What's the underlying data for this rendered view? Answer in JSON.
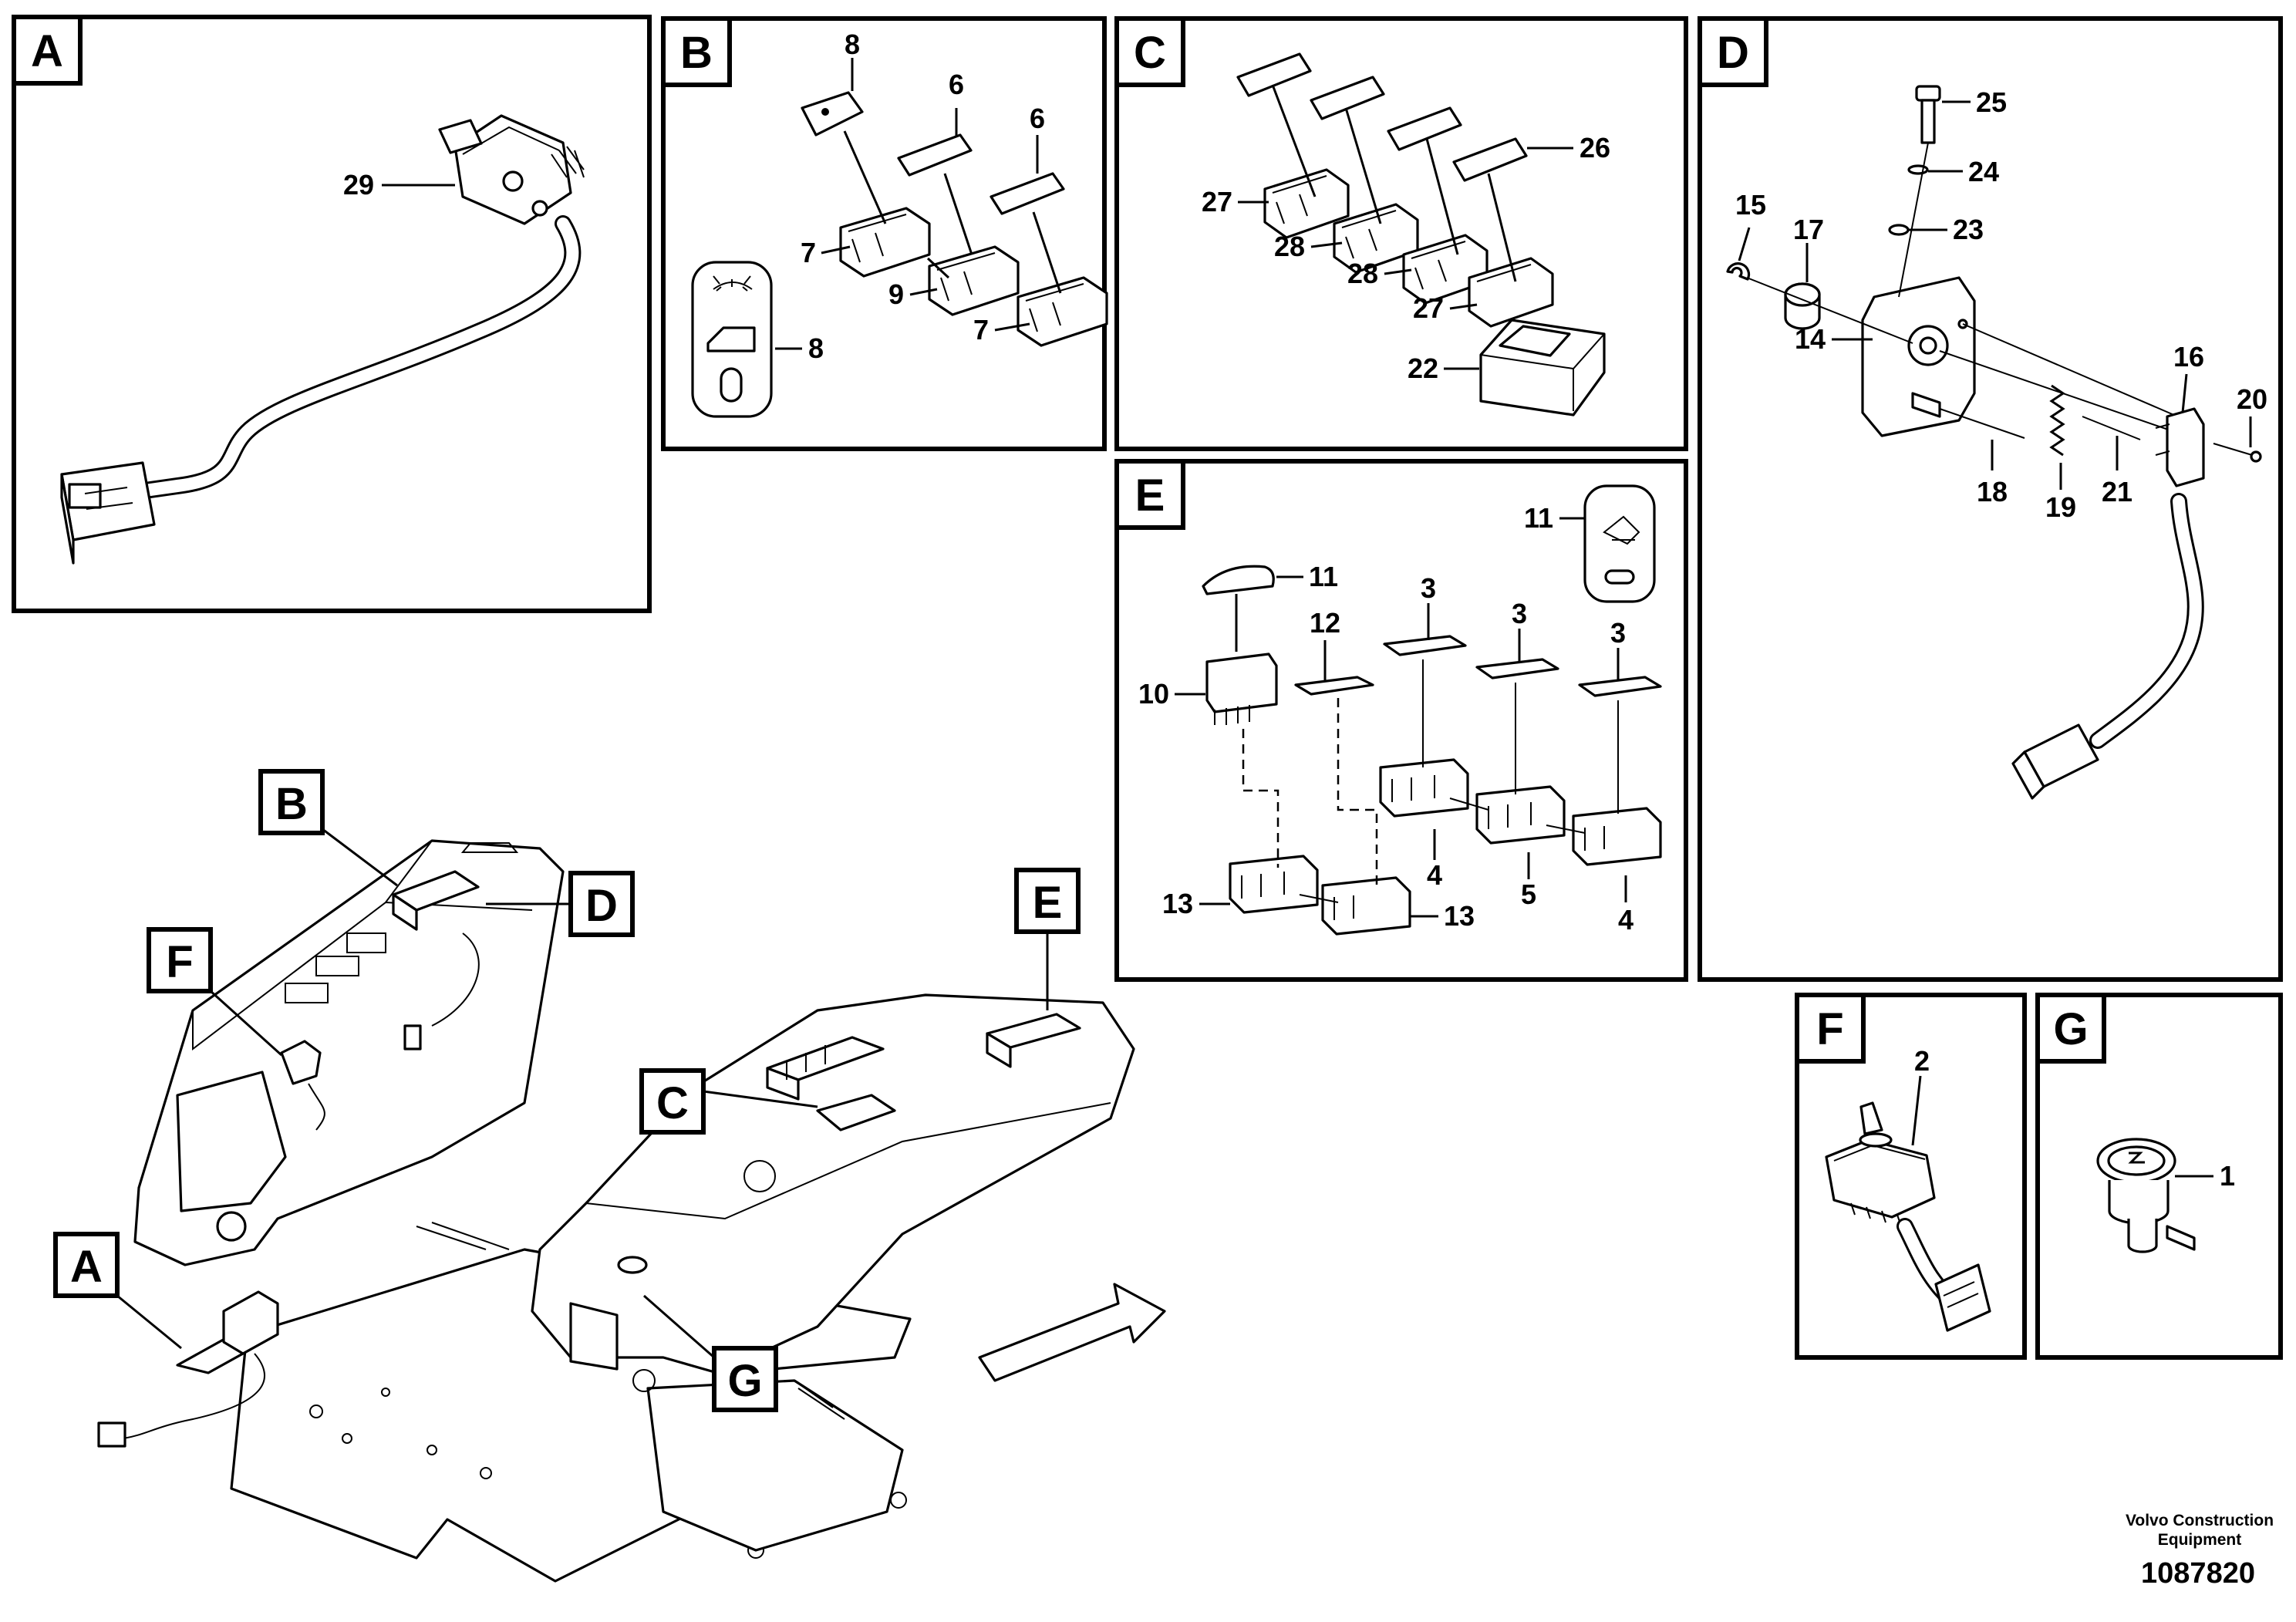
{
  "panels": [
    {
      "id": "A",
      "label": "A"
    },
    {
      "id": "B",
      "label": "B"
    },
    {
      "id": "C",
      "label": "C"
    },
    {
      "id": "D",
      "label": "D"
    },
    {
      "id": "E",
      "label": "E"
    },
    {
      "id": "F",
      "label": "F"
    },
    {
      "id": "G",
      "label": "G"
    }
  ],
  "overview_tags": {
    "A": "A",
    "B": "B",
    "C": "C",
    "D": "D",
    "E": "E",
    "F": "F",
    "G": "G"
  },
  "callouts": {
    "a29": "29",
    "b8top": "8",
    "b6a": "6",
    "b6b": "6",
    "b7a": "7",
    "b9": "9",
    "b7b": "7",
    "b8side": "8",
    "c27a": "27",
    "c28a": "28",
    "c28b": "28",
    "c26": "26",
    "c27b": "27",
    "c22": "22",
    "d25": "25",
    "d24": "24",
    "d23": "23",
    "d15": "15",
    "d17": "17",
    "d14": "14",
    "d16": "16",
    "d20": "20",
    "d18": "18",
    "d19": "19",
    "d21": "21",
    "e11top": "11",
    "e11": "11",
    "e12": "12",
    "e3a": "3",
    "e3b": "3",
    "e3c": "3",
    "e10": "10",
    "e13a": "13",
    "e13b": "13",
    "e4a": "4",
    "e5": "5",
    "e4b": "4",
    "f2": "2",
    "g1": "1"
  },
  "footer": {
    "company_line1": "Volvo Construction",
    "company_line2": "Equipment",
    "drawing_number": "1087820"
  }
}
